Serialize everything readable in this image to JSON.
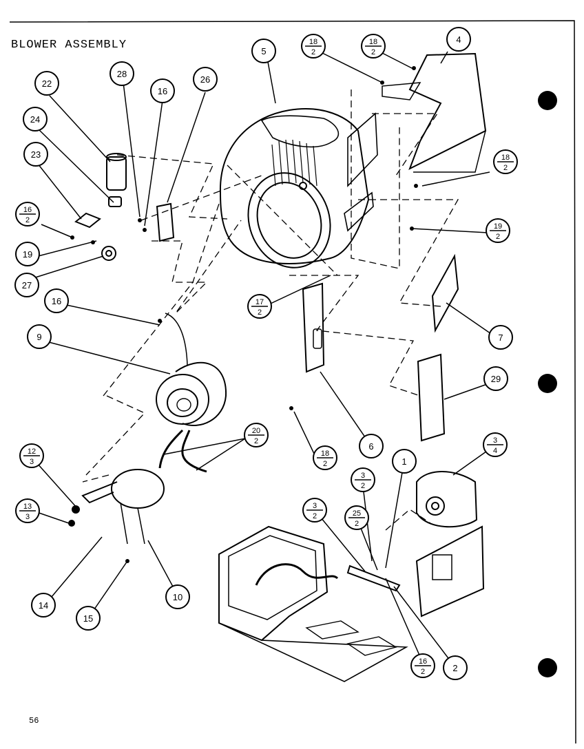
{
  "title": "BLOWER ASSEMBLY",
  "page_number": "56",
  "callouts": [
    {
      "id": "c4",
      "num": "4"
    },
    {
      "id": "c5",
      "num": "5"
    },
    {
      "id": "c6",
      "num": "6"
    },
    {
      "id": "c7",
      "num": "7"
    },
    {
      "id": "c9",
      "num": "9"
    },
    {
      "id": "c10",
      "num": "10"
    },
    {
      "id": "c14",
      "num": "14"
    },
    {
      "id": "c15",
      "num": "15"
    },
    {
      "id": "c16a",
      "num": "16"
    },
    {
      "id": "c16b",
      "num": "16"
    },
    {
      "id": "c19",
      "num": "19"
    },
    {
      "id": "c22",
      "num": "22"
    },
    {
      "id": "c23",
      "num": "23"
    },
    {
      "id": "c24",
      "num": "24"
    },
    {
      "id": "c26",
      "num": "26"
    },
    {
      "id": "c27",
      "num": "27"
    },
    {
      "id": "c28",
      "num": "28"
    },
    {
      "id": "c29",
      "num": "29"
    },
    {
      "id": "c1",
      "num": "1"
    },
    {
      "id": "c2",
      "num": "2"
    }
  ],
  "fraction_callouts": [
    {
      "id": "f18_2a",
      "num": "18",
      "den": "2"
    },
    {
      "id": "f18_2b",
      "num": "18",
      "den": "2"
    },
    {
      "id": "f18_2c",
      "num": "18",
      "den": "2"
    },
    {
      "id": "f18_2d",
      "num": "18",
      "den": "2"
    },
    {
      "id": "f16_2a",
      "num": "16",
      "den": "2"
    },
    {
      "id": "f16_2b",
      "num": "16",
      "den": "2"
    },
    {
      "id": "f19_2",
      "num": "19",
      "den": "2"
    },
    {
      "id": "f17_2",
      "num": "17",
      "den": "2"
    },
    {
      "id": "f20_2",
      "num": "20",
      "den": "2"
    },
    {
      "id": "f12_3",
      "num": "12",
      "den": "3"
    },
    {
      "id": "f13_3",
      "num": "13",
      "den": "3"
    },
    {
      "id": "f3_4",
      "num": "3",
      "den": "4"
    },
    {
      "id": "f3_2a",
      "num": "3",
      "den": "2"
    },
    {
      "id": "f3_2b",
      "num": "3",
      "den": "2"
    },
    {
      "id": "f25_2",
      "num": "25",
      "den": "2"
    }
  ]
}
